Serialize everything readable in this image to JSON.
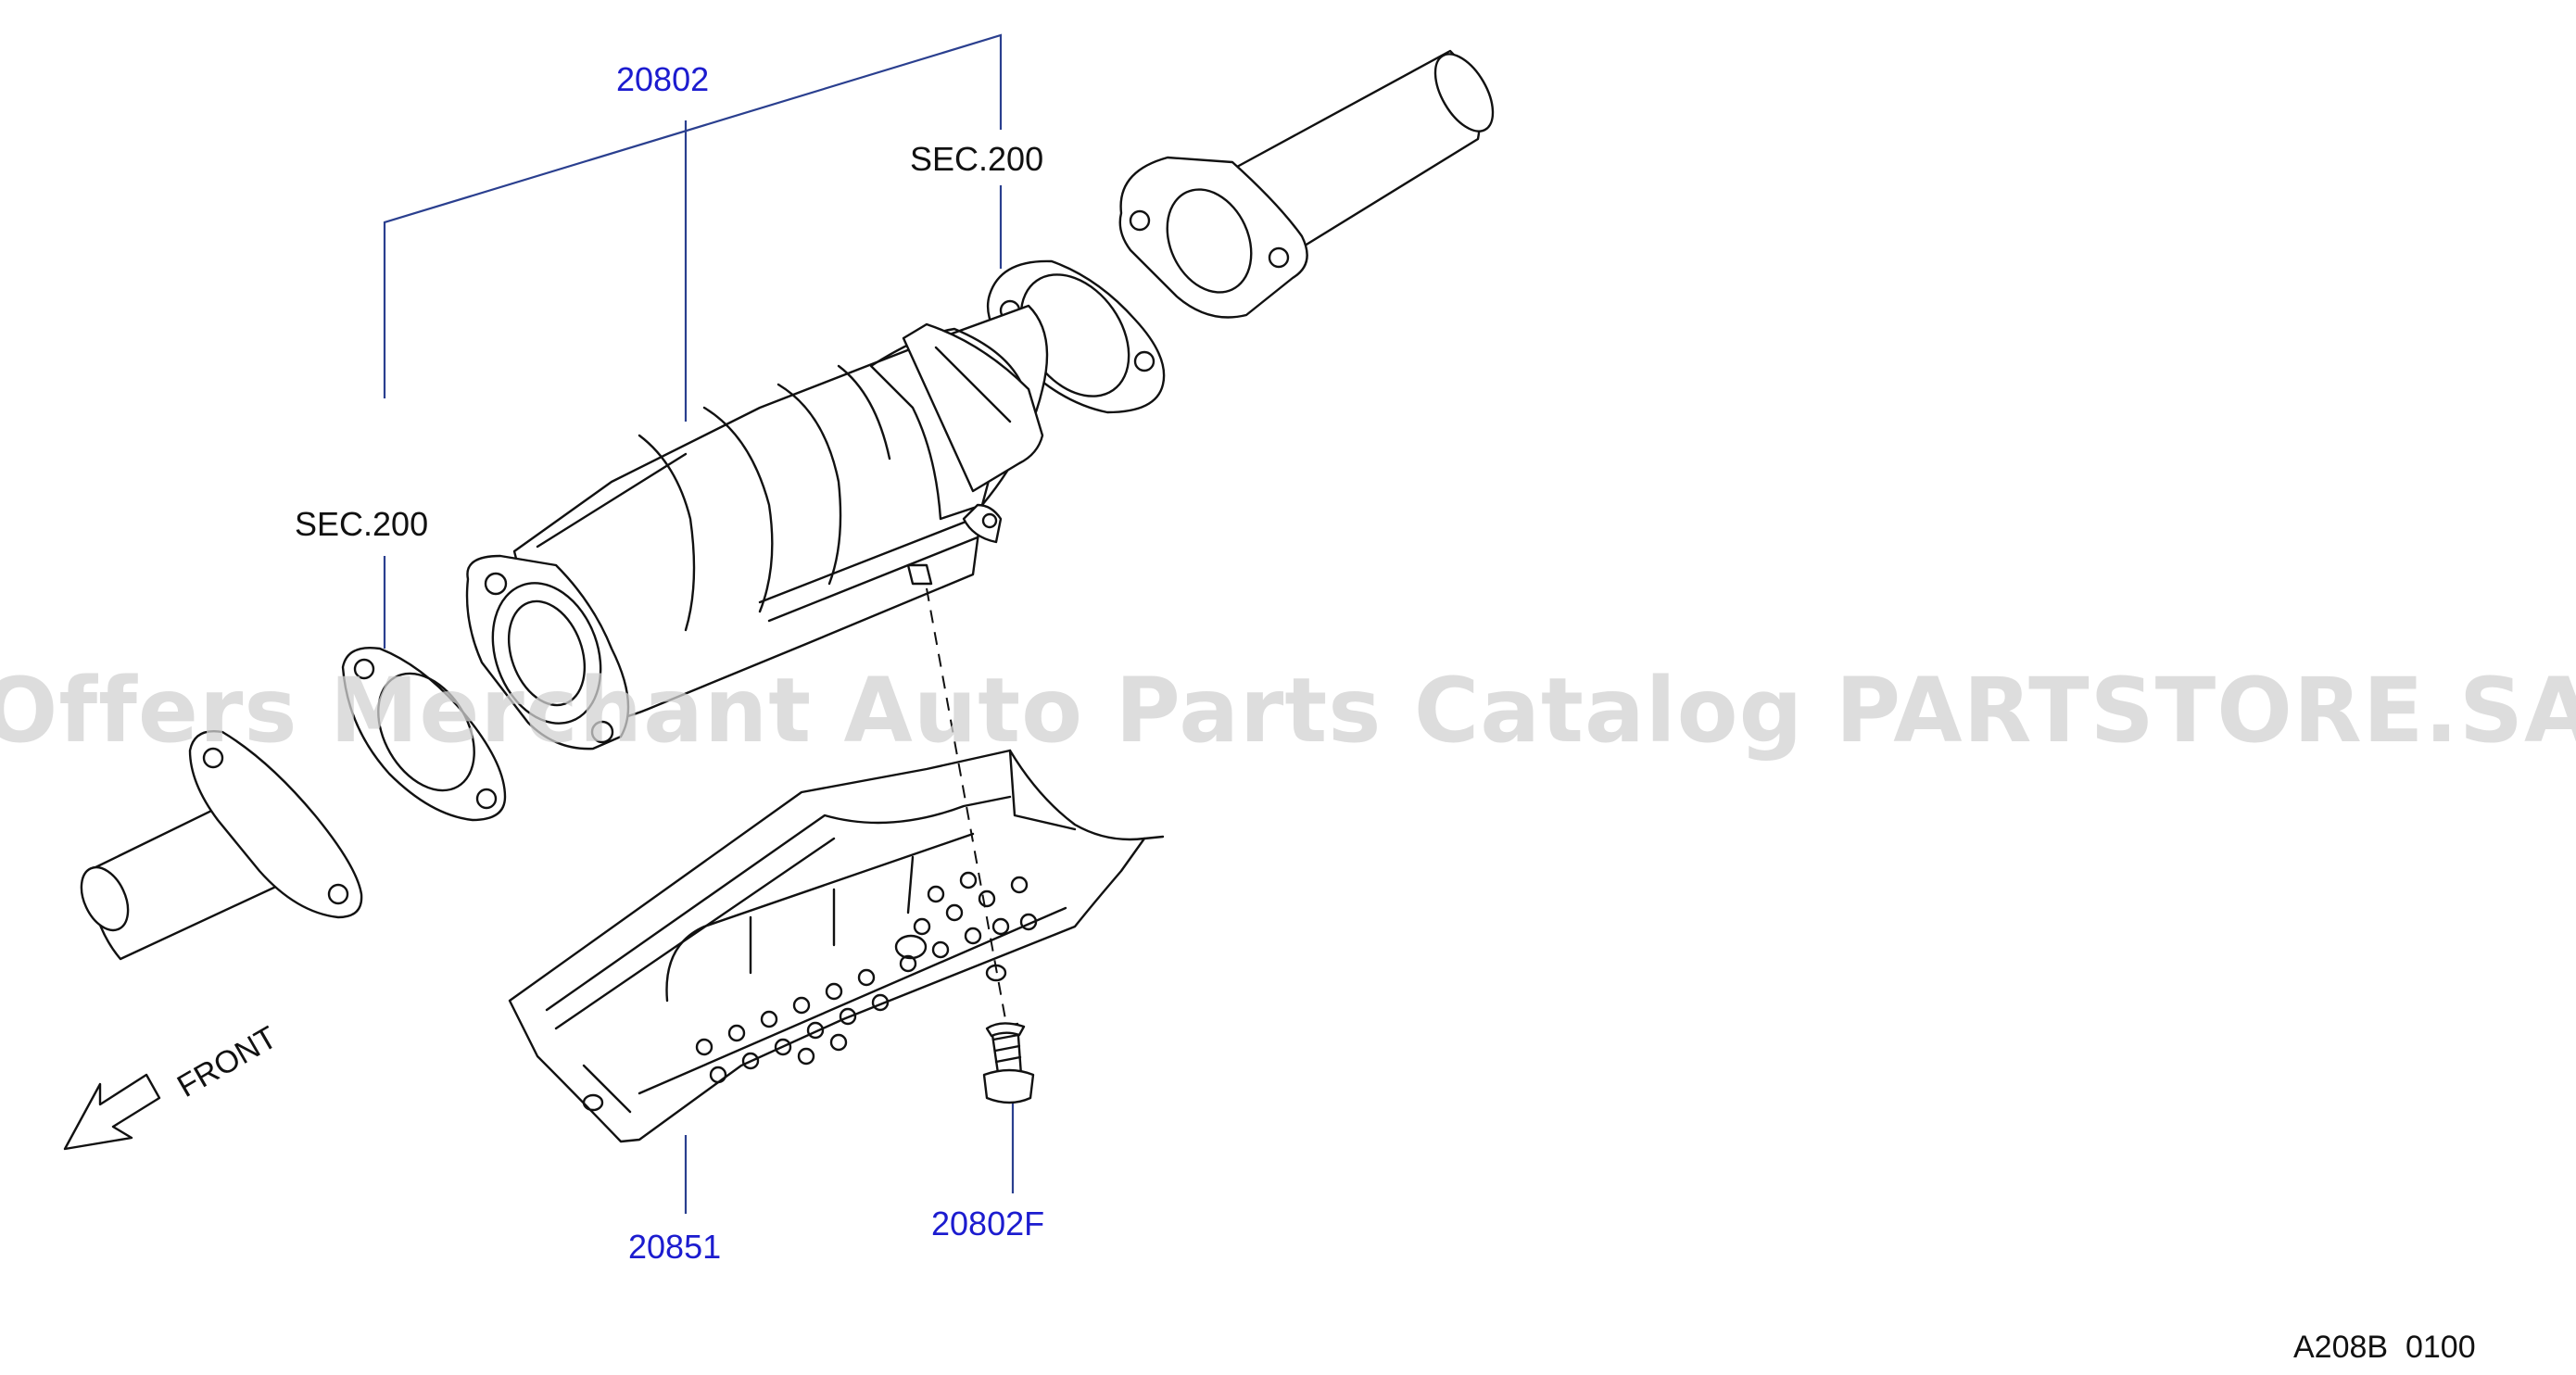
{
  "diagram": {
    "labels": {
      "catalyst_part": "20802",
      "sec_ref_rear": "SEC.200",
      "sec_ref_front": "SEC.200",
      "heat_insulator_part": "20851",
      "bolt_part": "20802F",
      "front_indicator": "FRONT",
      "diagram_code": "A208B  0100"
    },
    "watermark": "Offers Merchant Auto Parts Catalog PARTSTORE.SA",
    "colors": {
      "part_number": "#1c1ccf",
      "leader_line": "#2a3f8f",
      "line_art": "#111111",
      "watermark": "#d2d2d2"
    }
  }
}
